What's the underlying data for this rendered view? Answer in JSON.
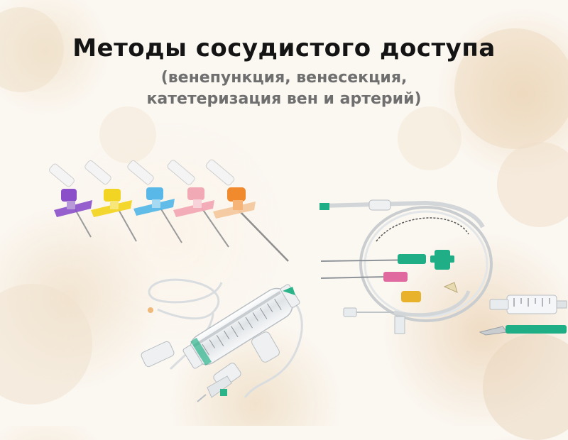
{
  "slide": {
    "title": "Методы сосудистого доступа",
    "subtitle_line1": "(венепункция, венесекция,",
    "subtitle_line2": "катетеризация вен и артерий)"
  },
  "images": {
    "cannulas": {
      "icon": "iv-cannula-set-image",
      "colors": [
        "#8a4fc9",
        "#f2d523",
        "#5ab8e8",
        "#f2a9b6",
        "#f08a2c"
      ]
    },
    "infusion_set": {
      "icon": "infusion-burette-set-image",
      "accent": "#2bb38a"
    },
    "cvc_kit": {
      "icon": "central-venous-catheter-kit-image",
      "accent": "#1fae86"
    }
  }
}
